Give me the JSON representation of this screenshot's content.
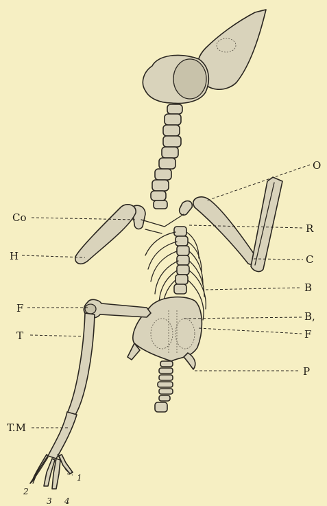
{
  "labels": {
    "O": "O",
    "Co": "Co",
    "R": "R",
    "H": "H",
    "C": "C",
    "B": "B",
    "F_femur": "F",
    "B1": "B,",
    "F_fibula": "F",
    "T": "T",
    "P": "P",
    "TM": "T.M",
    "d1": "1",
    "d2": "2",
    "d3": "3",
    "d4": "4"
  },
  "colors": {
    "paper": "#f6efc3",
    "bone": "#d9d3bb",
    "ink": "#2a2620"
  }
}
